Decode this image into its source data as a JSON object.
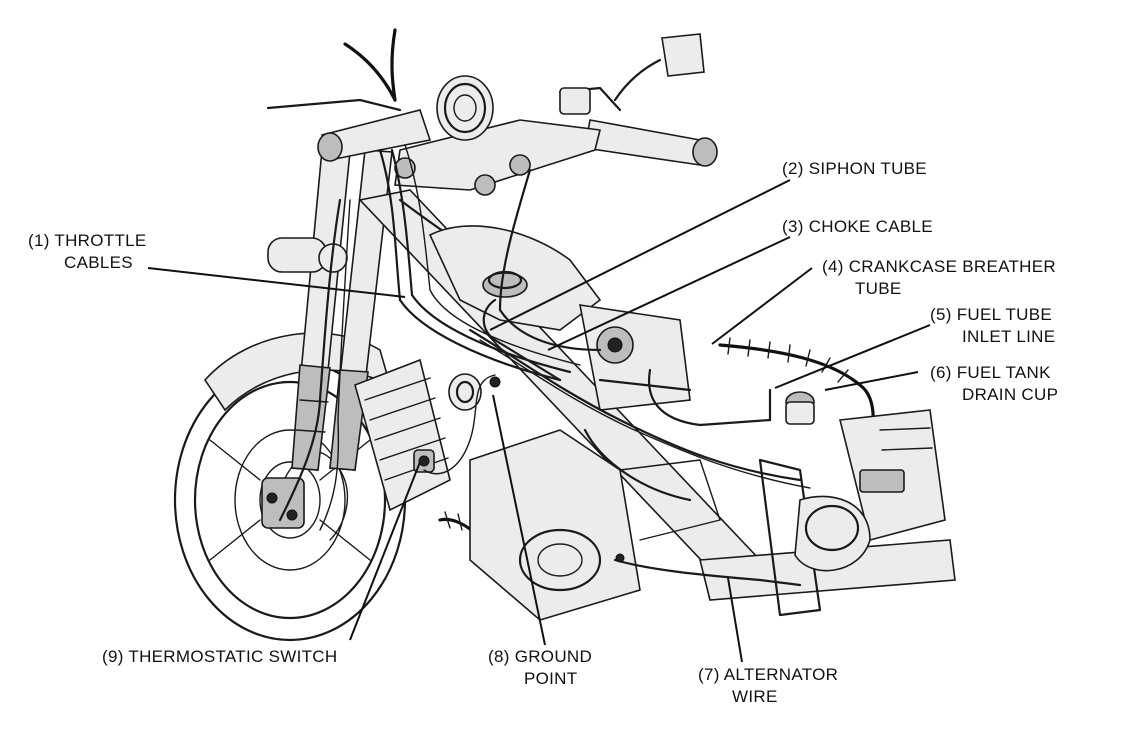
{
  "labels": {
    "throttle_cables": {
      "line1": "(1) THROTTLE",
      "line2": "CABLES"
    },
    "siphon_tube": {
      "line1": "(2) SIPHON TUBE"
    },
    "choke_cable": {
      "line1": "(3) CHOKE CABLE"
    },
    "crankcase_breather_tube": {
      "line1": "(4) CRANKCASE BREATHER",
      "line2": "TUBE"
    },
    "fuel_tube_inlet_line": {
      "line1": "(5) FUEL TUBE",
      "line2": "INLET LINE"
    },
    "fuel_tank_drain_cup": {
      "line1": "(6) FUEL TANK",
      "line2": "DRAIN CUP"
    },
    "alternator_wire": {
      "line1": "(7) ALTERNATOR",
      "line2": "WIRE"
    },
    "ground_point": {
      "line1": "(8) GROUND",
      "line2": "POINT"
    },
    "thermostatic_switch": {
      "line1": "(9) THERMOSTATIC SWITCH"
    }
  },
  "colors": {
    "ink": "#1a1a1a",
    "background": "#ffffff"
  }
}
